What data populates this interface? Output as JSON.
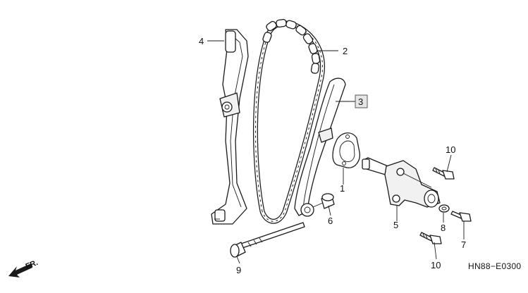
{
  "diagram": {
    "code": "HN88−E0300",
    "direction_label": "FR.",
    "callouts": [
      {
        "id": "c1",
        "text": "1"
      },
      {
        "id": "c2",
        "text": "2"
      },
      {
        "id": "c3",
        "text": "3",
        "highlighted": true
      },
      {
        "id": "c4",
        "text": "4"
      },
      {
        "id": "c5",
        "text": "5"
      },
      {
        "id": "c6",
        "text": "6"
      },
      {
        "id": "c7",
        "text": "7"
      },
      {
        "id": "c8",
        "text": "8"
      },
      {
        "id": "c9",
        "text": "9"
      },
      {
        "id": "c10a",
        "text": "10"
      },
      {
        "id": "c10b",
        "text": "10"
      }
    ]
  },
  "colors": {
    "line": "#1a1a1a",
    "highlight_fill": "#e6e6e6",
    "background": "#ffffff"
  }
}
